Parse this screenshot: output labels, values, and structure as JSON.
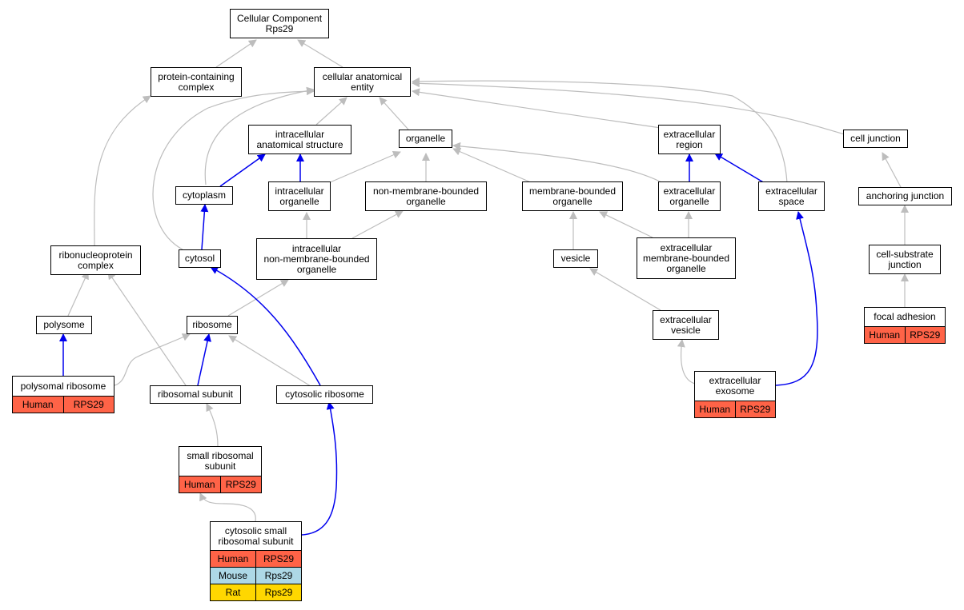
{
  "colors": {
    "is_a_edge": "#bdbdbd",
    "part_of_edge": "#0000ee",
    "Human": "#ff6347",
    "Mouse": "#add8e6",
    "Rat": "#ffd700"
  },
  "nodes": {
    "root": {
      "lines": [
        "Cellular Component",
        "Rps29"
      ]
    },
    "protein_complex": {
      "lines": [
        "protein-containing",
        "complex"
      ]
    },
    "cae": {
      "lines": [
        "cellular anatomical",
        "entity"
      ]
    },
    "ias": {
      "lines": [
        "intracellular",
        "anatomical structure"
      ]
    },
    "organelle": {
      "lines": [
        "organelle"
      ]
    },
    "extracellular_region": {
      "lines": [
        "extracellular",
        "region"
      ]
    },
    "cell_junction": {
      "lines": [
        "cell junction"
      ]
    },
    "cytoplasm": {
      "lines": [
        "cytoplasm"
      ]
    },
    "intracellular_organelle": {
      "lines": [
        "intracellular",
        "organelle"
      ]
    },
    "nmbo": {
      "lines": [
        "non-membrane-bounded",
        "organelle"
      ]
    },
    "mbo": {
      "lines": [
        "membrane-bounded",
        "organelle"
      ]
    },
    "extracellular_organelle": {
      "lines": [
        "extracellular",
        "organelle"
      ]
    },
    "extracellular_space": {
      "lines": [
        "extracellular",
        "space"
      ]
    },
    "anchoring_junction": {
      "lines": [
        "anchoring junction"
      ]
    },
    "rnp_complex": {
      "lines": [
        "ribonucleoprotein",
        "complex"
      ]
    },
    "cytosol": {
      "lines": [
        "cytosol"
      ]
    },
    "inmbo": {
      "lines": [
        "intracellular",
        "non-membrane-bounded",
        "organelle"
      ]
    },
    "vesicle": {
      "lines": [
        "vesicle"
      ]
    },
    "embo": {
      "lines": [
        "extracellular",
        "membrane-bounded",
        "organelle"
      ]
    },
    "cell_substrate_junction": {
      "lines": [
        "cell-substrate",
        "junction"
      ]
    },
    "polysome": {
      "lines": [
        "polysome"
      ]
    },
    "ribosome": {
      "lines": [
        "ribosome"
      ]
    },
    "extracellular_vesicle": {
      "lines": [
        "extracellular",
        "vesicle"
      ]
    },
    "focal_adhesion": {
      "lines": [
        "focal adhesion"
      ],
      "rows": [
        [
          "Human",
          "RPS29"
        ]
      ]
    },
    "polysomal_ribosome": {
      "lines": [
        "polysomal ribosome"
      ],
      "rows": [
        [
          "Human",
          "RPS29"
        ]
      ]
    },
    "ribosomal_subunit": {
      "lines": [
        "ribosomal subunit"
      ]
    },
    "cytosolic_ribosome": {
      "lines": [
        "cytosolic ribosome"
      ]
    },
    "extracellular_exosome": {
      "lines": [
        "extracellular",
        "exosome"
      ],
      "rows": [
        [
          "Human",
          "RPS29"
        ]
      ]
    },
    "small_ribosomal_subunit": {
      "lines": [
        "small ribosomal",
        "subunit"
      ],
      "rows": [
        [
          "Human",
          "RPS29"
        ]
      ]
    },
    "cytosolic_small_ribosomal_subunit": {
      "lines": [
        "cytosolic small",
        "ribosomal subunit"
      ],
      "rows": [
        [
          "Human",
          "RPS29"
        ],
        [
          "Mouse",
          "Rps29"
        ],
        [
          "Rat",
          "Rps29"
        ]
      ]
    }
  }
}
